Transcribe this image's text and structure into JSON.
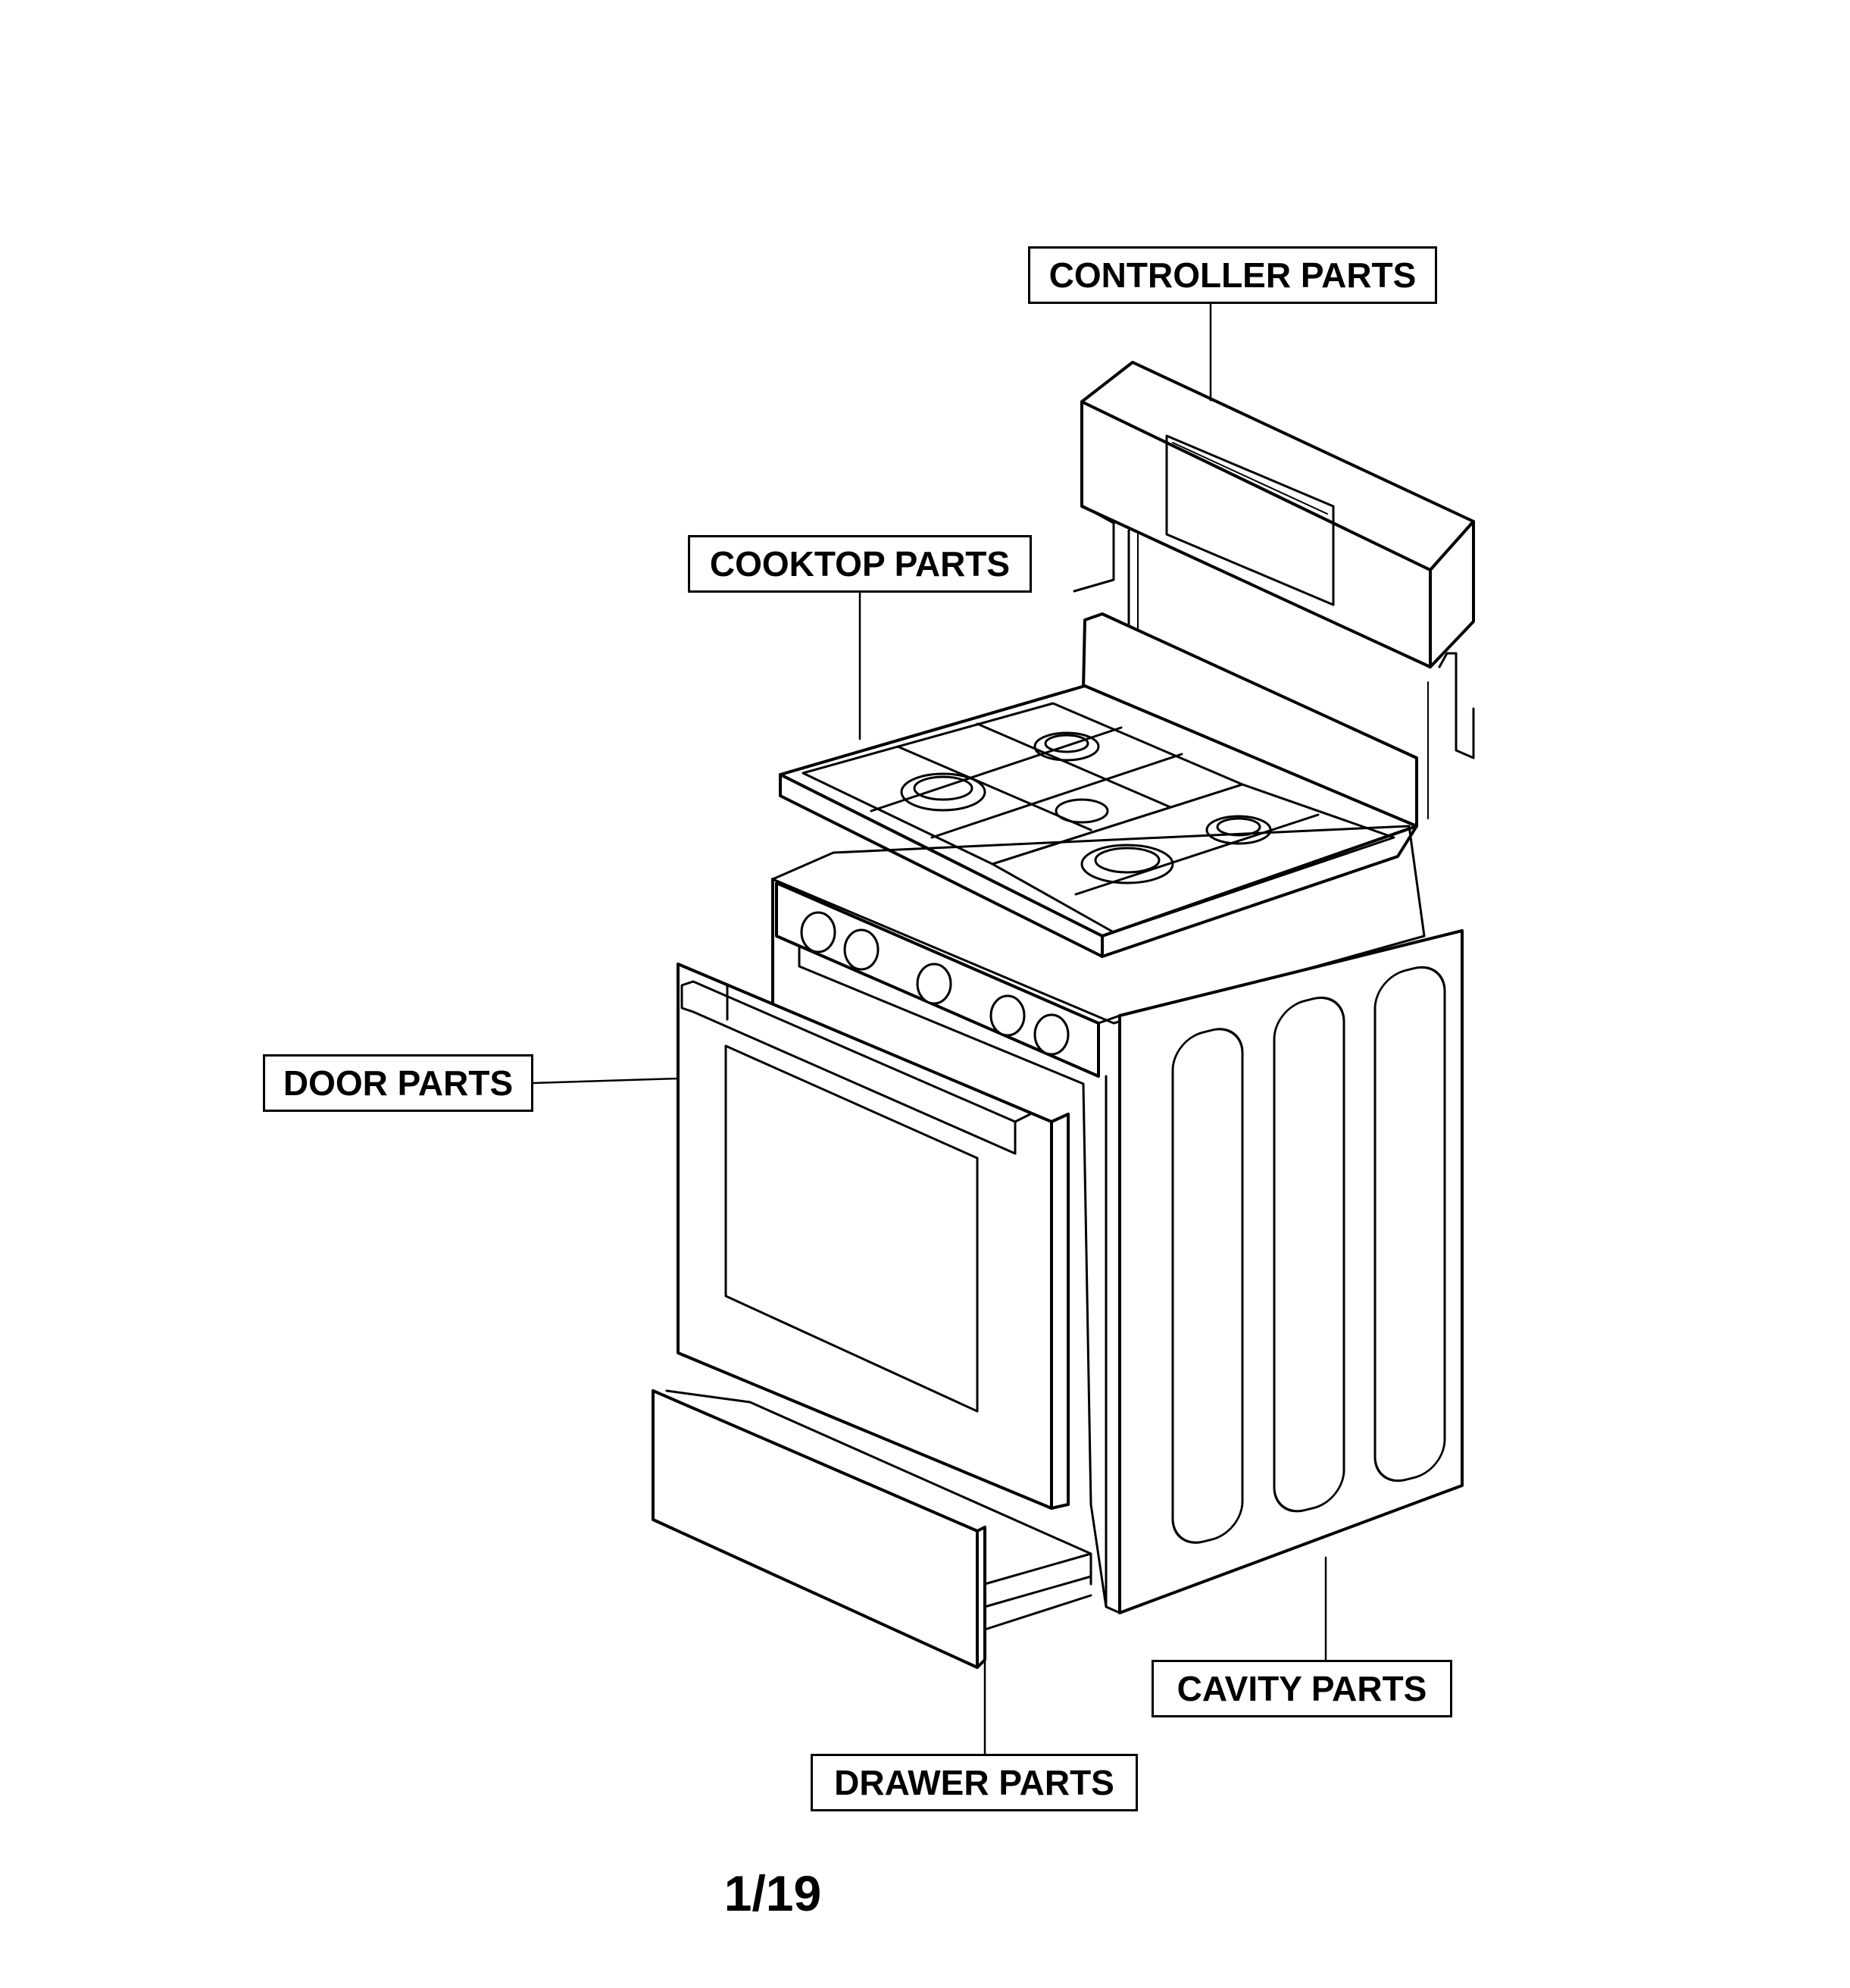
{
  "callouts": {
    "controller": "CONTROLLER PARTS",
    "cooktop": "COOKTOP PARTS",
    "door": "DOOR PARTS",
    "cavity": "CAVITY PARTS",
    "drawer": "DRAWER PARTS"
  },
  "page_number": "1/19",
  "colors": {
    "ink": "#000000",
    "paper": "#ffffff"
  }
}
